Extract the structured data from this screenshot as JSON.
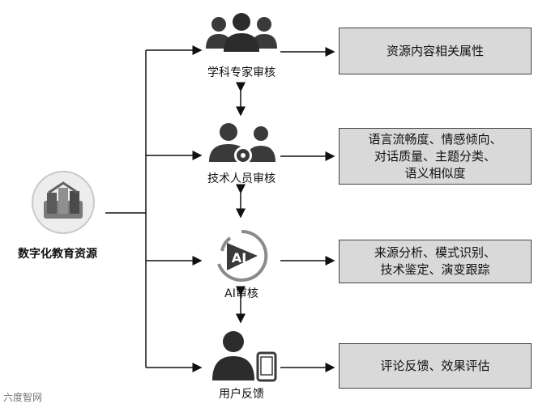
{
  "source": {
    "label": "数字化教育资源"
  },
  "nodes": [
    {
      "label": "学科专家审核",
      "icon": "expert-group-icon"
    },
    {
      "label": "技术人员审核",
      "icon": "technician-gear-icon"
    },
    {
      "label": "AI审核",
      "icon": "ai-logo-icon",
      "icon_text": "AI"
    },
    {
      "label": "用户反馈",
      "icon": "user-phone-icon"
    }
  ],
  "boxes": [
    {
      "lines": [
        "资源内容相关属性"
      ]
    },
    {
      "lines": [
        "语言流畅度、情感倾向、",
        "对话质量、主题分类、",
        "语义相似度"
      ]
    },
    {
      "lines": [
        "来源分析、模式识别、",
        "技术鉴定、演变跟踪"
      ]
    },
    {
      "lines": [
        "评论反馈、效果评估"
      ]
    }
  ],
  "watermark": "六度智网",
  "colors": {
    "box_fill": "#d9d9d9",
    "icon": "#3a3a3a",
    "accent_ring": "#8a8a8a",
    "line": "#111111"
  }
}
